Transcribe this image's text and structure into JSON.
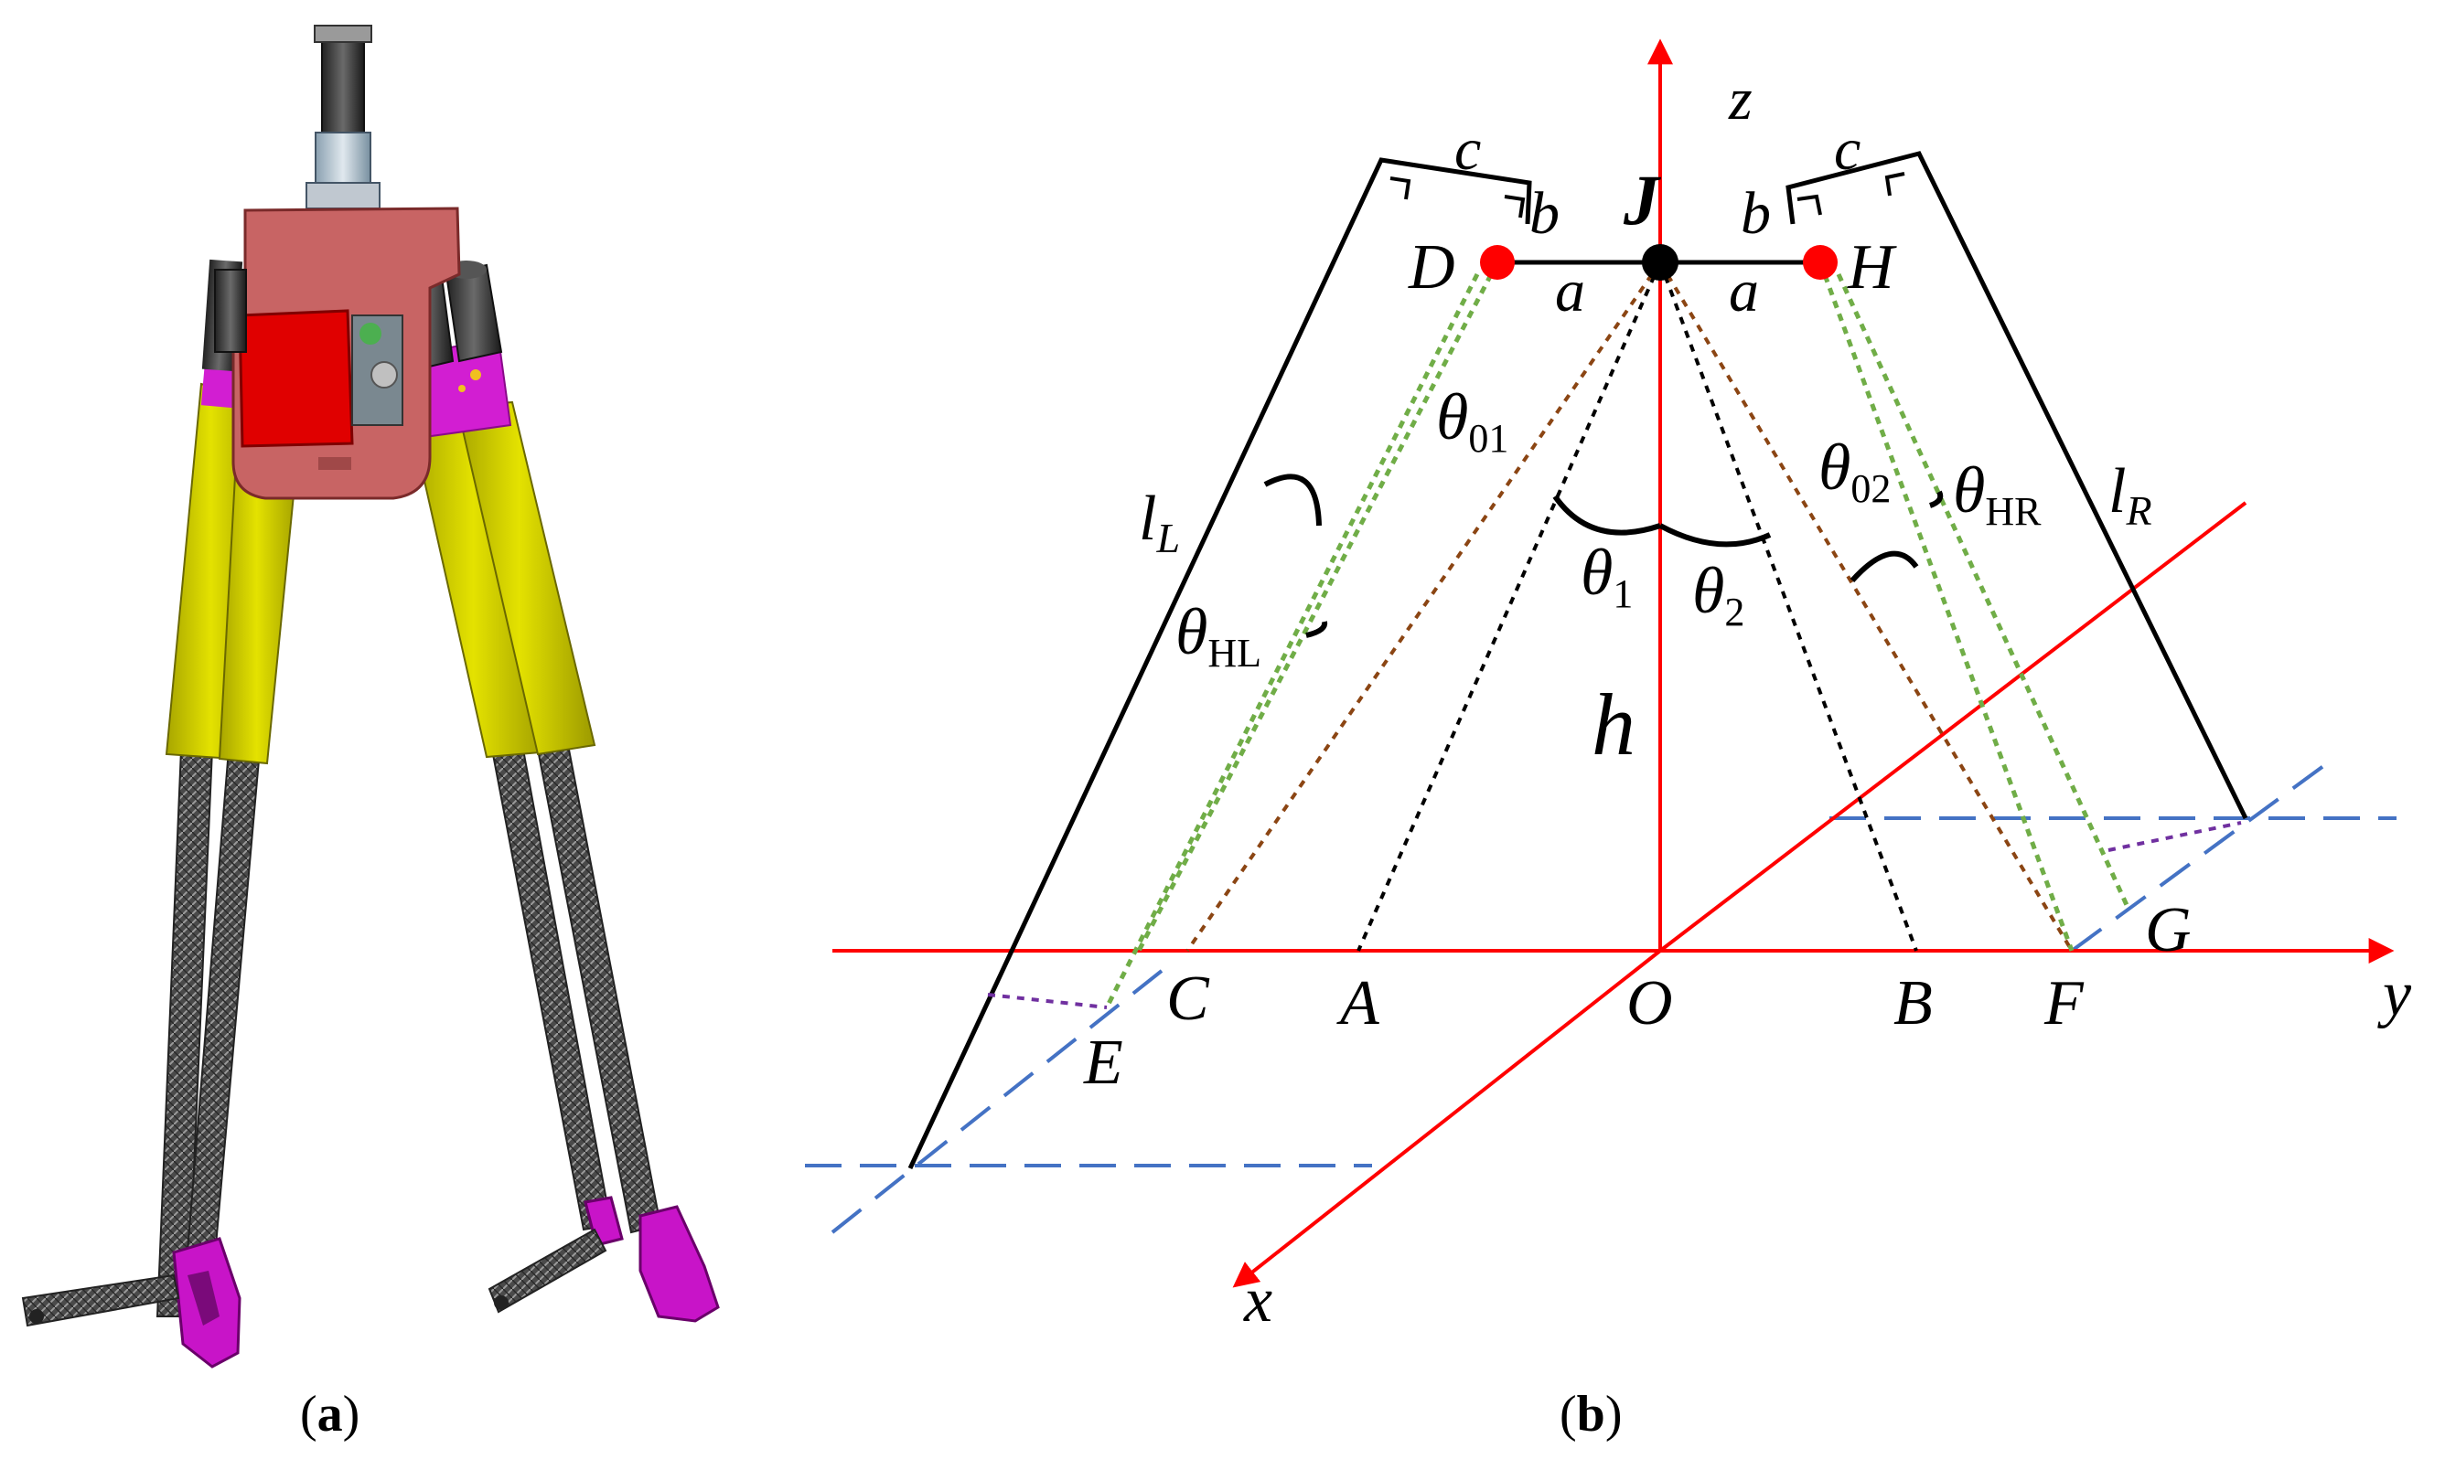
{
  "captions": {
    "a_open": "(",
    "a_letter": "a",
    "a_close": ")",
    "b_open": "(",
    "b_letter": "b",
    "b_close": ")"
  },
  "robot": {
    "body_color": "#c86464",
    "box_color": "#e00000",
    "thigh_color": "#d4d200",
    "collar_color": "#d21ed2",
    "foot_color": "#c814c8",
    "shin_color": "#505050"
  },
  "diagram": {
    "colors": {
      "axis": "#ff0000",
      "green": "#70ad47",
      "brown": "#8b4513",
      "black": "#000000",
      "blue": "#4472c4",
      "purple": "#7030a0",
      "joint_red": "#ff0000"
    },
    "labels": {
      "z": "z",
      "y": "y",
      "x": "x",
      "J": "J",
      "D": "D",
      "H": "H",
      "a_left": "a",
      "a_right": "a",
      "b_left": "b",
      "b_right": "b",
      "c_left": "c",
      "c_right": "c",
      "l": "l",
      "l_L_sub": "L",
      "l_R_sub": "R",
      "h": "h",
      "theta": "θ",
      "sub_01": "01",
      "sub_02": "02",
      "sub_1": "1",
      "sub_2": "2",
      "sub_HL": "HL",
      "sub_HR": "HR",
      "A": "A",
      "B": "B",
      "C": "C",
      "E": "E",
      "F": "F",
      "G": "G",
      "O": "O"
    }
  }
}
